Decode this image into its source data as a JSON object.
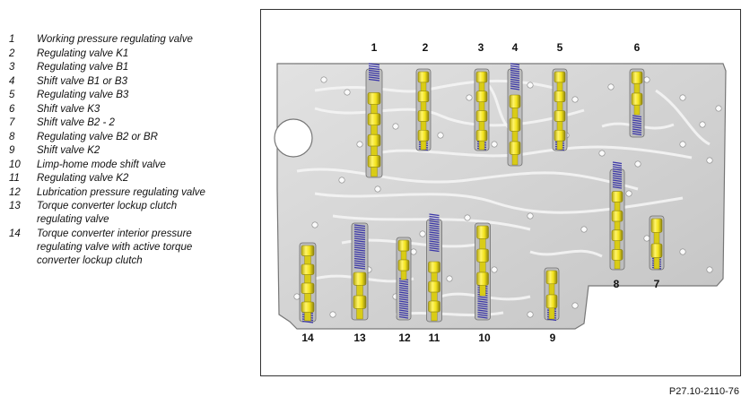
{
  "legend": [
    {
      "num": "1",
      "text": "Working pressure regulating valve"
    },
    {
      "num": "2",
      "text": "Regulating valve K1"
    },
    {
      "num": "3",
      "text": "Regulating valve B1"
    },
    {
      "num": "4",
      "text": "Shift valve B1 or B3"
    },
    {
      "num": "5",
      "text": "Regulating valve B3"
    },
    {
      "num": "6",
      "text": "Shift valve K3"
    },
    {
      "num": "7",
      "text": "Shift valve B2 - 2"
    },
    {
      "num": "8",
      "text": "Regulating valve B2 or BR"
    },
    {
      "num": "9",
      "text": "Shift valve K2"
    },
    {
      "num": "10",
      "text": "Limp-home mode shift valve"
    },
    {
      "num": "11",
      "text": "Regulating valve K2"
    },
    {
      "num": "12",
      "text": "Lubrication pressure regulating valve"
    },
    {
      "num": "13",
      "text": "Torque converter lockup clutch\nregulating valve"
    },
    {
      "num": "14",
      "text": "Torque converter interior pressure\nregulating valve with active torque\nconverter lockup clutch"
    }
  ],
  "callouts_top": [
    "1",
    "2",
    "3",
    "4",
    "5",
    "6"
  ],
  "callouts_bottom": [
    "14",
    "13",
    "12",
    "11",
    "10",
    "9"
  ],
  "callouts_right": [
    "8",
    "7"
  ],
  "figure_code": "P27.10-2110-76",
  "colors": {
    "plate": "#d6d6d6",
    "channel": "#f4f4f4",
    "valve_yellow": "#f2e21a",
    "valve_dark": "#8a8010",
    "spring_blue": "#3a36a8",
    "frame": "#333333"
  }
}
